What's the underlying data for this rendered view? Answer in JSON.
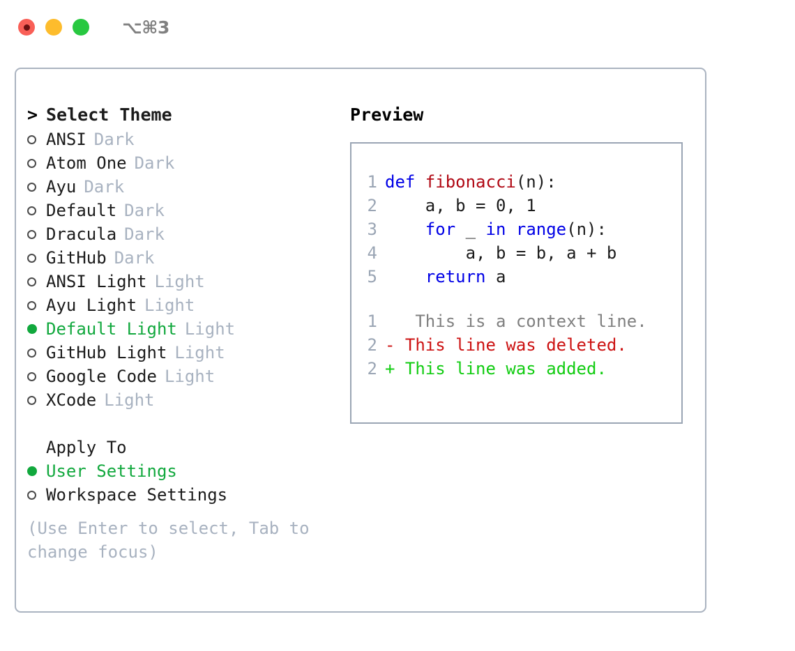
{
  "titlebar": {
    "shortcut": "⌥⌘3",
    "buttons": [
      "close",
      "minimize",
      "maximize"
    ]
  },
  "left": {
    "header": {
      "caret": ">",
      "title": "Select Theme"
    },
    "themes": [
      {
        "bullet": "○",
        "label": "ANSI",
        "tag": "Dark",
        "selected": false
      },
      {
        "bullet": "○",
        "label": "Atom One",
        "tag": "Dark",
        "selected": false
      },
      {
        "bullet": "○",
        "label": "Ayu",
        "tag": "Dark",
        "selected": false
      },
      {
        "bullet": "○",
        "label": "Default",
        "tag": "Dark",
        "selected": false
      },
      {
        "bullet": "○",
        "label": "Dracula",
        "tag": "Dark",
        "selected": false
      },
      {
        "bullet": "○",
        "label": "GitHub",
        "tag": "Dark",
        "selected": false
      },
      {
        "bullet": "○",
        "label": "ANSI Light",
        "tag": "Light",
        "selected": false
      },
      {
        "bullet": "○",
        "label": "Ayu Light",
        "tag": "Light",
        "selected": false
      },
      {
        "bullet": "●",
        "label": "Default Light",
        "tag": "Light",
        "selected": true
      },
      {
        "bullet": "○",
        "label": "GitHub Light",
        "tag": "Light",
        "selected": false
      },
      {
        "bullet": "○",
        "label": "Google Code",
        "tag": "Light",
        "selected": false
      },
      {
        "bullet": "○",
        "label": "XCode",
        "tag": "Light",
        "selected": false
      }
    ],
    "apply_to": {
      "header": "Apply To",
      "options": [
        {
          "bullet": "●",
          "label": "User Settings",
          "selected": true
        },
        {
          "bullet": "○",
          "label": "Workspace Settings",
          "selected": false
        }
      ]
    },
    "hint": "(Use Enter to select, Tab to change focus)"
  },
  "preview": {
    "title": "Preview",
    "code": [
      {
        "no": "1",
        "tokens": [
          {
            "t": "def ",
            "c": "kw"
          },
          {
            "t": "fibonacci",
            "c": "fn"
          },
          {
            "t": "(n):",
            "c": "plain"
          }
        ]
      },
      {
        "no": "2",
        "tokens": [
          {
            "t": "    a, b = 0, 1",
            "c": "plain"
          }
        ]
      },
      {
        "no": "3",
        "tokens": [
          {
            "t": "    ",
            "c": "plain"
          },
          {
            "t": "for",
            "c": "kw"
          },
          {
            "t": " _ ",
            "c": "plain"
          },
          {
            "t": "in",
            "c": "kw"
          },
          {
            "t": " ",
            "c": "plain"
          },
          {
            "t": "range",
            "c": "kw"
          },
          {
            "t": "(n):",
            "c": "plain"
          }
        ]
      },
      {
        "no": "4",
        "tokens": [
          {
            "t": "        a, b = b, a + b",
            "c": "plain"
          }
        ]
      },
      {
        "no": "5",
        "tokens": [
          {
            "t": "    ",
            "c": "plain"
          },
          {
            "t": "return",
            "c": "kw"
          },
          {
            "t": " a",
            "c": "plain"
          }
        ]
      }
    ],
    "diff": [
      {
        "no": "1",
        "marker": " ",
        "text": "  This is a context line.",
        "kind": "context"
      },
      {
        "no": "2",
        "marker": "-",
        "text": " This line was deleted.",
        "kind": "deleted"
      },
      {
        "no": "2",
        "marker": "+",
        "text": " This line was added.",
        "kind": "added"
      }
    ]
  },
  "colors": {
    "accent_green": "#11a83d",
    "tag_grey": "#a8b2c0",
    "keyword_blue": "#0000e6",
    "function_red": "#b00713",
    "diff_deleted": "#cc1111",
    "diff_added": "#11cc11",
    "diff_context": "#808080",
    "border": "#aab3c0"
  }
}
